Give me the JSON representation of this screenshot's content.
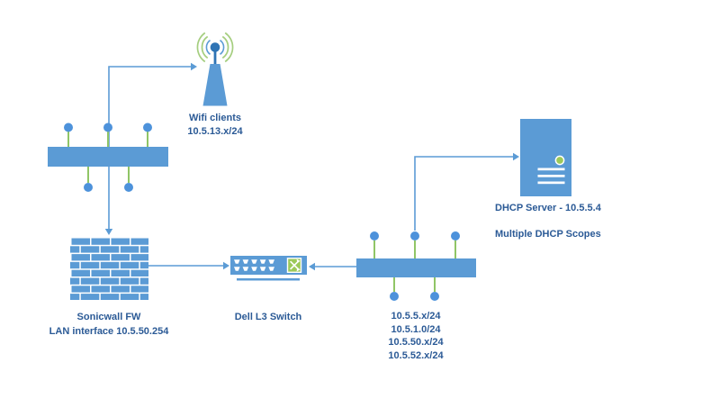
{
  "nodes": {
    "wifi_clients": {
      "name": "Wifi clients",
      "subnet": "10.5.13.x/24"
    },
    "firewall": {
      "name": "Sonicwall FW",
      "detail": "LAN interface 10.5.50.254"
    },
    "dell_switch": {
      "name": "Dell L3 Switch"
    },
    "core_switch": {
      "subnets": [
        "10.5.5.x/24",
        "10.5.1.0/24",
        "10.5.50.x/24",
        "10.5.52.x/24"
      ]
    },
    "dhcp_server": {
      "name": "DHCP Server - 10.5.5.4",
      "detail": "Multiple DHCP Scopes"
    }
  },
  "colors": {
    "background": "#FFFFFF",
    "device_blue": "#5B9BD5",
    "node_circle_blue": "#4D92DB",
    "stem_green": "#90C566",
    "arc_green": "#A5CE7F",
    "accent_green": "#9CC959",
    "antenna_dark_blue": "#2E74B5",
    "connector_blue": "#5B9BD5",
    "label_text": "#2B5A96"
  }
}
